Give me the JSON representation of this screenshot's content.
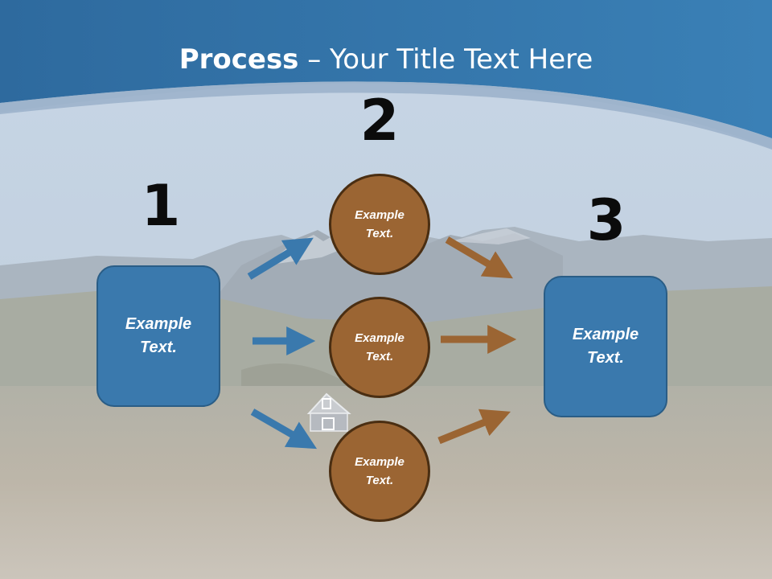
{
  "slide": {
    "title_bold": "Process",
    "title_rest": " – Your Title Text Here",
    "step_numbers": [
      "1",
      "2",
      "3"
    ],
    "start_box_text": "Example Text.",
    "end_box_text": "Example Text.",
    "circles": [
      {
        "text": "Example Text."
      },
      {
        "text": "Example Text."
      },
      {
        "text": "Example Text."
      }
    ]
  },
  "colors": {
    "header_blue": "#2f6ea3",
    "box_blue": "#3a79ad",
    "circle_brown": "#9b6533",
    "arrow_blue": "#3a79ad",
    "arrow_brown": "#9b6533"
  }
}
